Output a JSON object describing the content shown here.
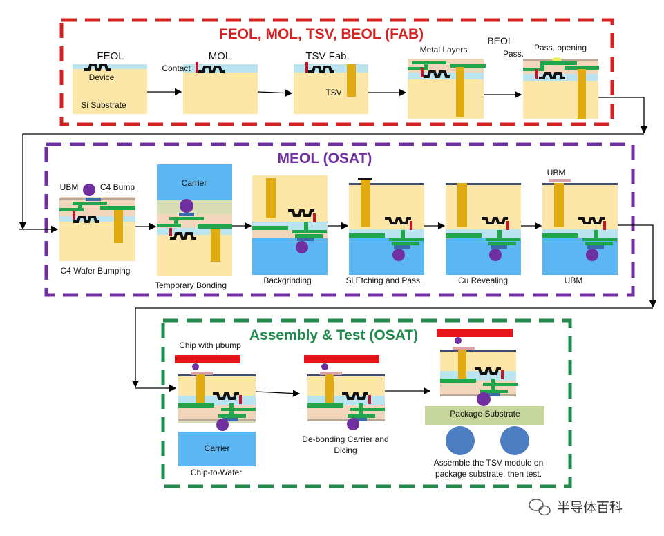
{
  "sections": {
    "fab": {
      "title": "FEOL, MOL, TSV, BEOL (FAB)",
      "color": "#d42222"
    },
    "meol": {
      "title": "MEOL (OSAT)",
      "color": "#7030a0"
    },
    "assembly": {
      "title": "Assembly  & Test (OSAT)",
      "color": "#1f8a4c"
    }
  },
  "fab_labels": {
    "feol": "FEOL",
    "device": "Device",
    "si_substrate": "Si Substrate",
    "mol": "MOL",
    "contact": "Contact",
    "tsv_fab": "TSV Fab.",
    "tsv": "TSV",
    "metal_layers": "Metal Layers",
    "beol": "BEOL",
    "pass": "Pass.",
    "pass_opening": "Pass. opening"
  },
  "meol_labels": {
    "ubm_top": "UBM",
    "c4_bump": "C4 Bump",
    "c4_wafer_bumping": "C4 Wafer Bumping",
    "carrier": "Carrier",
    "temporary_bonding": "Temporary Bonding",
    "backgrinding": "Backgrinding",
    "si_etching": "Si Etching and Pass.",
    "cu_revealing": "Cu Revealing",
    "ubm_label_top": "UBM",
    "ubm_step": "UBM"
  },
  "assembly_labels": {
    "chip_with_ubump": "Chip with μbump",
    "carrier": "Carrier",
    "chip_to_wafer": "Chip-to-Wafer",
    "debonding_1": "De-bonding Carrier  and",
    "debonding_2": "Dicing",
    "package_substrate": "Package Substrate",
    "assemble_1": "Assemble the TSV module on",
    "assemble_2": "package substrate, then test."
  },
  "watermark": {
    "text": "半导体百科",
    "icon": "wechat-icon"
  },
  "colors": {
    "substrate": "#fde7a8",
    "dielectric": "#b9e4f0",
    "tan": "#f2d6bb",
    "metal": "#1fa64a",
    "tsv": "#e1ab12",
    "contact": "#c3162b",
    "device": "#111111",
    "bump": "#7030a0",
    "carrier": "#5bb6f2",
    "passivation": "#3d4c70",
    "ubm": "#d8a3a6",
    "bond": "#d9ddb3",
    "package": "#c6d69c",
    "ball": "#4e7ec2",
    "chip": "#e8141c"
  }
}
